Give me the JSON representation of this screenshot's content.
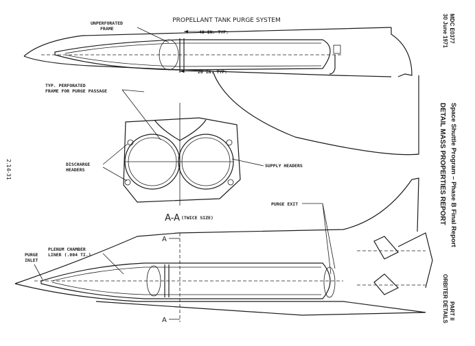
{
  "diagram": {
    "title": "PROPELLANT TANK PURGE SYSTEM",
    "labels": {
      "unperforated_frame": [
        "UNPERFORATED",
        "FRAME"
      ],
      "dim_40": "40 IN. TYP.",
      "dim_20": "20 IN. TYP.",
      "perforated_frame": [
        "TYP. PERFORATED",
        "FRAME FOR PURGE PASSAGE"
      ],
      "discharge_headers": [
        "DISCHARGE",
        "HEADERS"
      ],
      "supply_headers": "SUPPLY HEADERS",
      "section": "A-A",
      "section_scale": "(TWICE SIZE)",
      "purge_exit": "PURGE EXIT",
      "plenum_liner": [
        "PLENUM CHAMBER",
        "LINER (.004 TI.)"
      ],
      "purge_inlet": [
        "PURGE",
        "INLET"
      ],
      "section_marker": "A"
    }
  },
  "margin": {
    "doc_id": "MDC E0377",
    "date": "30 June 1971",
    "program": "Space Shuttle Program – Phase B Final Report",
    "report": "DETAIL MASS PROPERTIES REPORT",
    "part": "PART II",
    "part_title": "ORBITER DETAILS",
    "page_number": "2.14-31"
  }
}
